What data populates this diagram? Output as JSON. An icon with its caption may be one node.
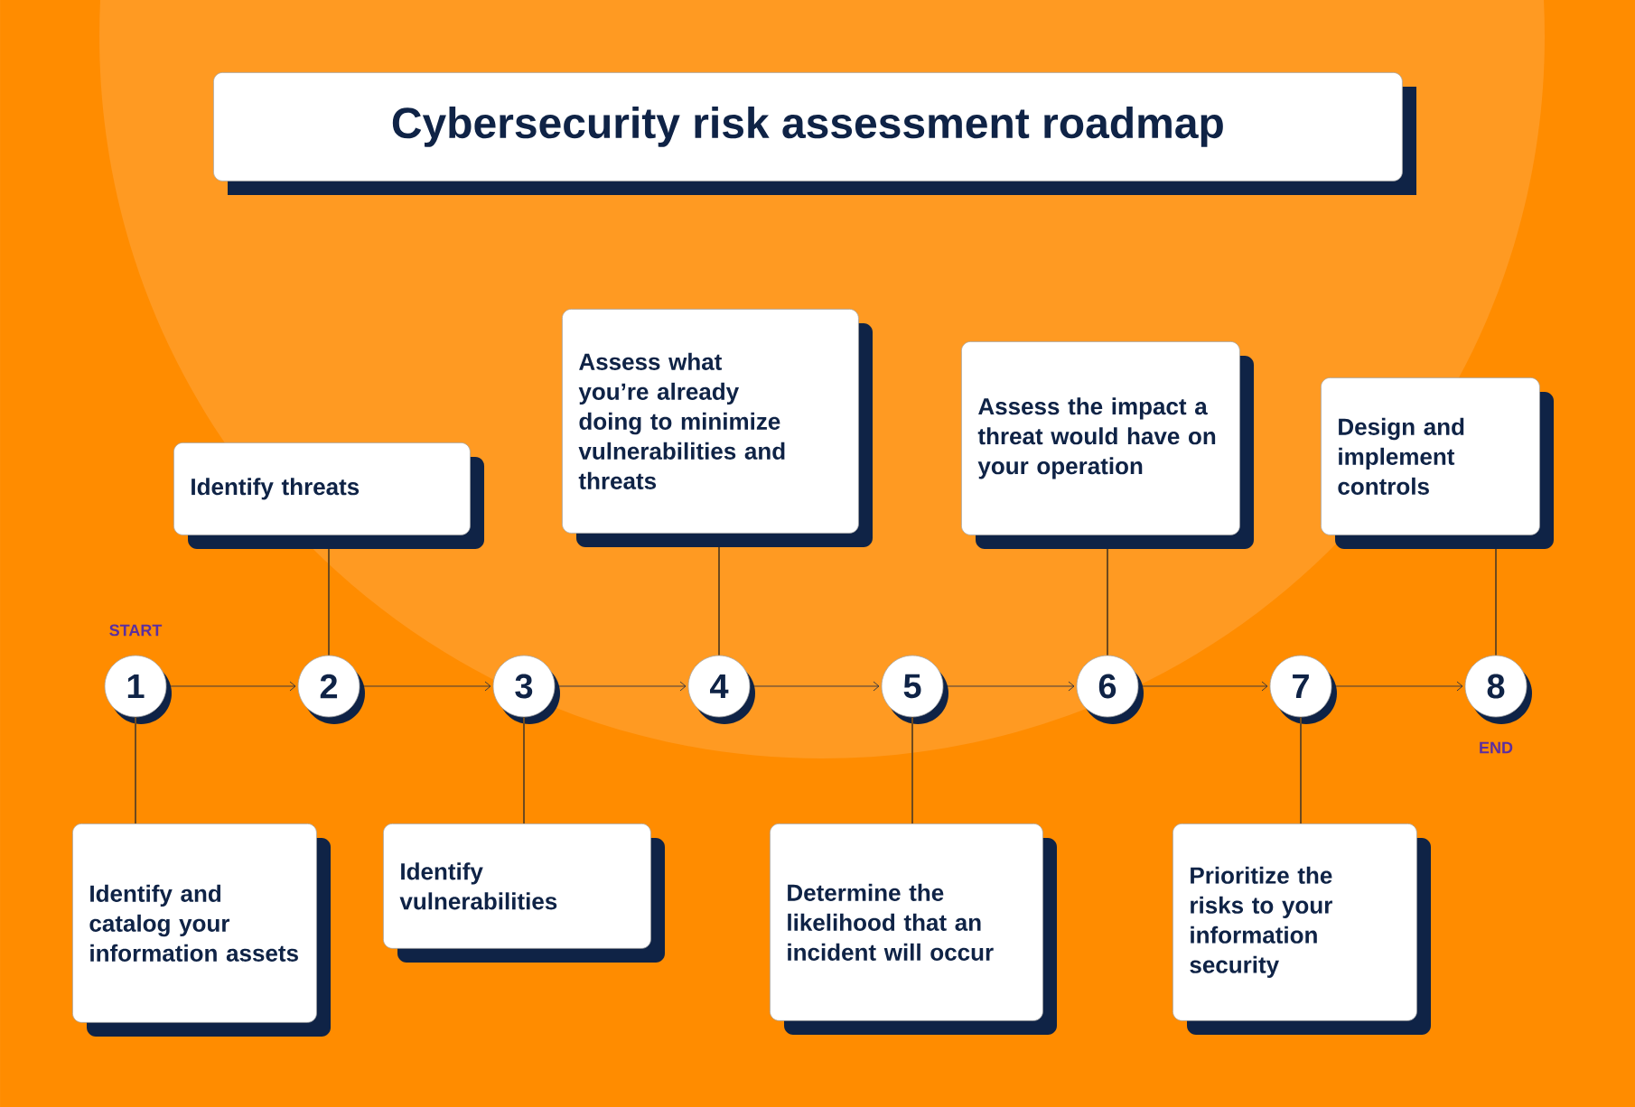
{
  "diagram": {
    "title": "Cybersecurity risk assessment roadmap",
    "nodes": [
      {
        "text": [
          "1"
        ],
        "beside": [
          "START"
        ]
      },
      {
        "text": [
          "2"
        ]
      },
      {
        "text": [
          "3"
        ]
      },
      {
        "text": [
          "4"
        ]
      },
      {
        "text": [
          "5"
        ]
      },
      {
        "text": [
          "6"
        ]
      },
      {
        "text": [
          "7"
        ]
      },
      {
        "text": [
          "8"
        ],
        "beside": [
          "END"
        ]
      },
      {
        "text": [
          "Identify and catalog your information assets"
        ]
      },
      {
        "text": [
          "Identify threats"
        ]
      },
      {
        "text": [
          "Identify vulnerabilities"
        ]
      },
      {
        "text": [
          "Assess what you’re already doing to minimize vulnerabilities and threats"
        ]
      },
      {
        "text": [
          "Determine the likelihood that an incident will occur"
        ]
      },
      {
        "text": [
          "Assess the impact a threat would have on your operation"
        ]
      },
      {
        "text": [
          "Prioritize the risks to your information security"
        ]
      },
      {
        "text": [
          "Design and implement controls"
        ]
      }
    ],
    "edges": [
      {
        "from": 0,
        "to": 1,
        "arrow": "to",
        "color": "#0f2346"
      },
      {
        "from": 1,
        "to": 2,
        "arrow": "to",
        "color": "#0f2346"
      },
      {
        "from": 2,
        "to": 3,
        "arrow": "to",
        "color": "#0f2346"
      },
      {
        "from": 3,
        "to": 4,
        "arrow": "to",
        "color": "#0f2346"
      },
      {
        "from": 4,
        "to": 5,
        "arrow": "to",
        "color": "#0f2346"
      },
      {
        "from": 5,
        "to": 6,
        "arrow": "to",
        "color": "#0f2346"
      },
      {
        "from": 6,
        "to": 7,
        "arrow": "to",
        "color": "#0f2346"
      },
      {
        "from": 8,
        "to": 0,
        "arrow": "none"
      },
      {
        "from": 9,
        "to": 1,
        "arrow": "none"
      },
      {
        "from": 10,
        "to": 2,
        "arrow": "none"
      },
      {
        "from": 11,
        "to": 3,
        "arrow": "none"
      },
      {
        "from": 12,
        "to": 4,
        "arrow": "none"
      },
      {
        "from": 13,
        "to": 5,
        "arrow": "none"
      },
      {
        "from": 14,
        "to": 6,
        "arrow": "none"
      },
      {
        "from": 15,
        "to": 7,
        "arrow": "none"
      }
    ]
  }
}
